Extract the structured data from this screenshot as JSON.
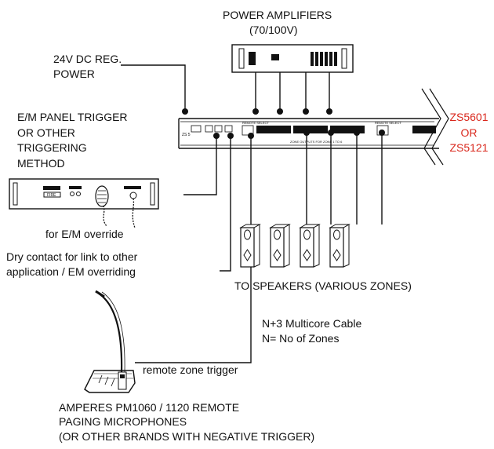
{
  "labels": {
    "amps_line1": "POWER AMPLIFIERS",
    "amps_line2": "(70/100V)",
    "power_line1": "24V DC REG.",
    "power_line2": "POWER",
    "em_line1": "E/M PANEL TRIGGER",
    "em_line2": "OR OTHER",
    "em_line3": "TRIGGERING",
    "em_line4": "METHOD",
    "em_override": "for E/M override",
    "dry_line1": "Dry contact for link to other",
    "dry_line2": "application / EM overriding",
    "speakers": "TO SPEAKERS (VARIOUS ZONES)",
    "cable_line1": "N+3 Multicore Cable",
    "cable_line2": "N= No of Zones",
    "remote_trigger": "remote zone trigger",
    "mic_line1": "AMPERES PM1060 / 1120 REMOTE",
    "mic_line2": "PAGING MICROPHONES",
    "mic_line3": "(OR OTHER BRANDS WITH NEGATIVE TRIGGER)",
    "model_line1": "ZS5601",
    "model_line2": "OR",
    "model_line3": "ZS5121"
  },
  "colors": {
    "model_text": "#d9271c",
    "line": "#111111"
  },
  "device_text": {
    "panel_button": "FIRE",
    "zone_outputs": "ZONE OUTPUTS FOR ZONE 1 TO 6",
    "remote_select": "REMOTE SELECT"
  }
}
